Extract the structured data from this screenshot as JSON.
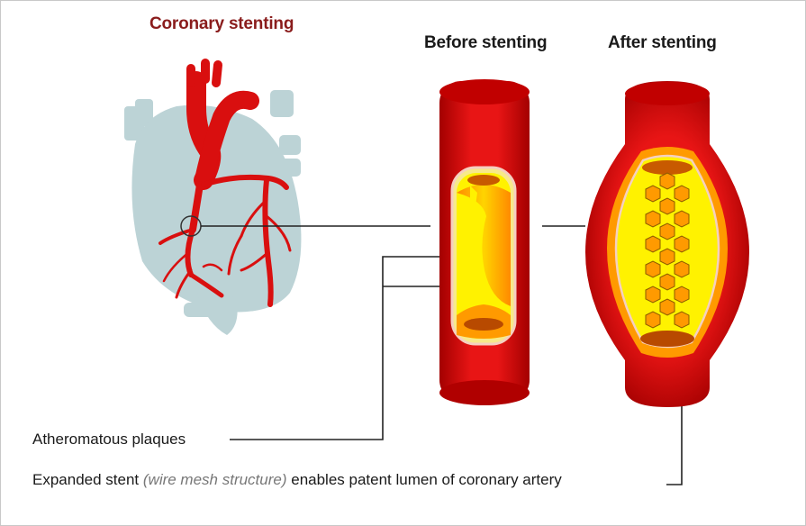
{
  "titles": {
    "coronary": "Coronary stenting",
    "before": "Before stenting",
    "after": "After stenting"
  },
  "labels": {
    "plaques": "Atheromatous plaques",
    "stent_prefix": "Expanded stent ",
    "stent_italic": "(wire mesh structure)",
    "stent_suffix": " enables patent lumen of coronary artery"
  },
  "colors": {
    "artery_red": "#d90f0f",
    "artery_dark": "#a30000",
    "plaque_orange": "#ff9a00",
    "lumen_yellow": "#fff200",
    "heart_grey": "#bcd3d6",
    "title_red": "#8a1c1c"
  }
}
